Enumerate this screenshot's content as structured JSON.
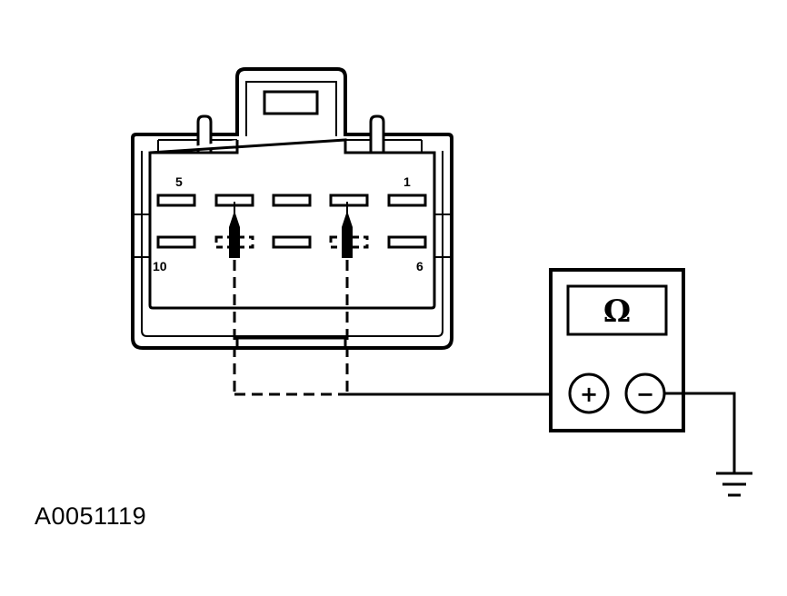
{
  "connector": {
    "pin_labels": {
      "top_left": "5",
      "top_right": "1",
      "bottom_left": "10",
      "bottom_right": "6"
    }
  },
  "meter": {
    "display_symbol": "Ω",
    "positive_terminal": "+",
    "negative_terminal": "−"
  },
  "figure_id": "A0051119"
}
